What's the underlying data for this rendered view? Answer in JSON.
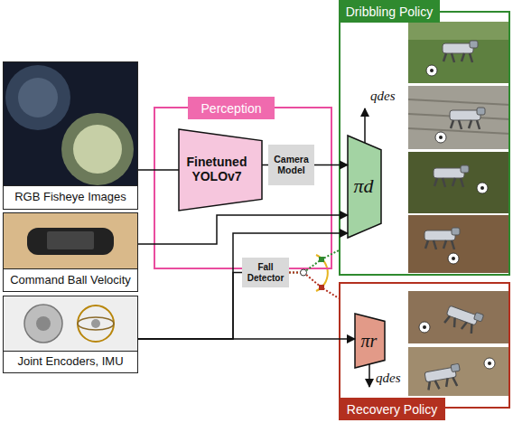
{
  "diagram": {
    "nodes": [
      {
        "text": [
          "RGB Fisheye Images"
        ]
      },
      {
        "text": [
          "Perception"
        ]
      },
      {
        "text": [
          "Finetuned YOLOv7"
        ],
        "in": 1
      },
      {
        "text": [
          "Camera Model"
        ],
        "in": 1
      },
      {
        "text": [
          "Dribbling Policy"
        ]
      },
      {
        "text": [
          "πd"
        ],
        "in": 4
      },
      {
        "text": [
          "Command Ball Velocity"
        ]
      },
      {
        "text": [
          "Fall Detector"
        ]
      },
      {
        "text": [
          "Joint Encoders, IMU"
        ]
      },
      {
        "text": [
          "Recovery Policy"
        ]
      },
      {
        "text": [
          "πr"
        ],
        "in": 9
      }
    ],
    "edges": [
      {
        "from": 0,
        "to": 2,
        "arrow": "none"
      },
      {
        "from": 2,
        "to": 3,
        "arrow": "none"
      },
      {
        "from": 3,
        "to": 5,
        "arrow": "to"
      },
      {
        "from": 6,
        "to": 5,
        "arrow": "to"
      },
      {
        "from": 8,
        "to": 5,
        "arrow": "to"
      },
      {
        "from": 8,
        "to": 7,
        "arrow": "none"
      },
      {
        "from": 8,
        "to": 10,
        "arrow": "to"
      },
      {
        "from": 7,
        "to": 4,
        "arrow": "none"
      },
      {
        "from": 7,
        "to": 9,
        "arrow": "none"
      }
    ],
    "labels": [
      "qdes",
      "qdes"
    ]
  }
}
